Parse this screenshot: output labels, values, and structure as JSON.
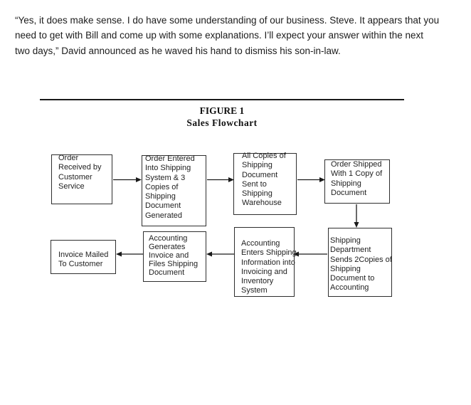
{
  "colors": {
    "text": "#1f1f1f",
    "box_border": "#2e2e2e",
    "arrow": "#1a1a1a"
  },
  "page": {
    "paragraph": "“Yes, it does make sense. I do have some understanding of our business. Steve. It appears that you\nneed to get with Bill and come up with some explanations. I’ll expect your answer within the next\ntwo days,” David announced as he waved his hand to dismiss his son-in-law."
  },
  "figure": {
    "label": "FIGURE 1",
    "title": "Sales Flowchart"
  },
  "flowchart": {
    "boxes": [
      {
        "id": "order-received",
        "text": "Order\nReceived by\nCustomer\nService"
      },
      {
        "id": "order-entered",
        "text": "Order Entered\nInto Shipping\nSystem & 3\nCopies of\nShipping\nDocument\nGenerated"
      },
      {
        "id": "copies-sent",
        "text": "All Copies of\nShipping\nDocument\nSent to\nShipping\nWarehouse"
      },
      {
        "id": "order-shipped",
        "text": "Order Shipped\nWith 1 Copy of\nShipping\nDocument"
      },
      {
        "id": "invoice-mailed",
        "text": "Invoice Mailed\nTo Customer"
      },
      {
        "id": "accounting-generates",
        "text": "Accounting\nGenerates\nInvoice and\nFiles Shipping\nDocument"
      },
      {
        "id": "accounting-enters",
        "text": "Accounting\nEnters Shipping\nInformation into\nInvoicing and\nInventory\nSystem"
      },
      {
        "id": "shipping-sends",
        "text": "Shipping\nDepartment\nSends 2Copies of\nShipping\nDocument to\nAccounting"
      }
    ]
  }
}
